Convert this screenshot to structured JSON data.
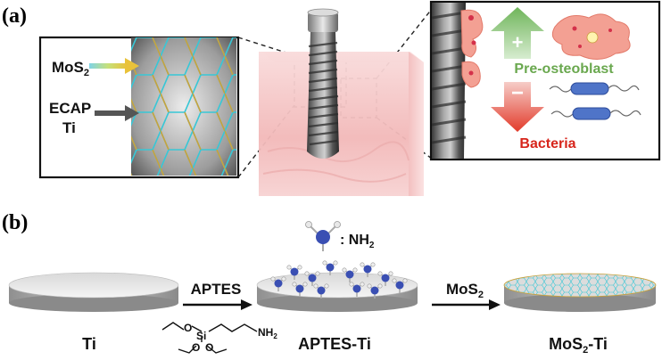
{
  "panel_a": {
    "label": "(a)",
    "mos2_label": "MoS",
    "mos2_sub": "2",
    "ecap_label": "ECAP",
    "ti_label": "Ti",
    "pre_osteoblast": "Pre-osteoblast",
    "bacteria": "Bacteria",
    "plus_sign": "+",
    "minus_sign": "−"
  },
  "panel_b": {
    "label": "(b)",
    "nh2_legend_prefix": ": NH",
    "nh2_legend_sub": "2",
    "arrow1_label": "APTES",
    "arrow2_label": "MoS",
    "arrow2_sub": "2",
    "disk1_caption": "Ti",
    "disk2_caption": "APTES-Ti",
    "disk3_caption_main": "MoS",
    "disk3_caption_sub": "2",
    "disk3_caption_suffix": "-Ti",
    "aptes_atoms": {
      "o1": "O",
      "o2": "O",
      "o3": "O",
      "si": "Si",
      "nh2": "NH",
      "nh2_sub": "2"
    }
  },
  "colors": {
    "green_arrow": "#6fb55a",
    "red_arrow": "#e23a2a",
    "pre_osteoblast_text": "#6aa84f",
    "bacteria_text": "#d7251b",
    "cell_pink": "#f3a093",
    "hex_cyan": "#37c7d6",
    "hex_gold": "#c8a23c",
    "nitrogen_blue": "#3a4fb3",
    "tissue_pink": "#f6c8c8"
  }
}
